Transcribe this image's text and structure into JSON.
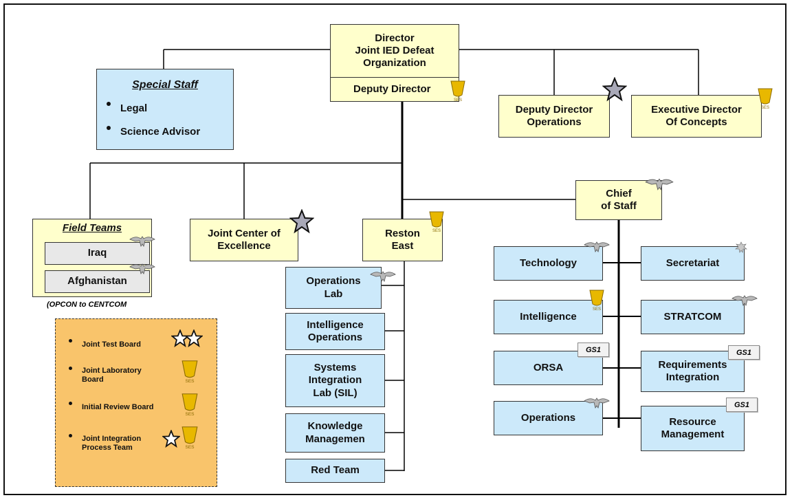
{
  "director": {
    "title": "Director\nJoint IED Defeat\nOrganization",
    "deputy": "Deputy Director"
  },
  "special_staff": {
    "title": "Special Staff",
    "items": [
      "Legal",
      "Science Advisor"
    ]
  },
  "dd_ops": "Deputy Director\nOperations",
  "exec_dir": "Executive Director\nOf Concepts",
  "field_teams": {
    "title": "Field Teams",
    "items": [
      "Iraq",
      "Afghanistan"
    ],
    "note": "(OPCON to CENTCOM"
  },
  "boards": [
    "Joint Test Board",
    "Joint Laboratory\nBoard",
    "Initial Review Board",
    "Joint Integration\nProcess Team"
  ],
  "jce": "Joint Center of\nExcellence",
  "reston": {
    "title": "Reston\nEast",
    "units": [
      "Operations\nLab",
      "Intelligence\nOperations",
      "Systems\nIntegration\nLab (SIL)",
      "Knowledge\nManagemen",
      "Red Team"
    ]
  },
  "cos": {
    "title": "Chief\nof Staff",
    "left": [
      "Technology",
      "Intelligence",
      "ORSA",
      "Operations"
    ],
    "right": [
      "Secretariat",
      "STRATCOM",
      "Requirements\nIntegration",
      "Resource\nManagement"
    ],
    "grade": "GS1"
  },
  "insignia": {
    "eagle": "colonel-eagle-icon",
    "star": "general-star-icon",
    "ses": "ses-badge-icon",
    "leaf": "oak-leaf-icon"
  },
  "colors": {
    "yellow": "#ffffcc",
    "blue": "#cce9fa",
    "gray": "#e8e8e8",
    "orange": "#f9c46b",
    "gold": "#e8b800"
  }
}
